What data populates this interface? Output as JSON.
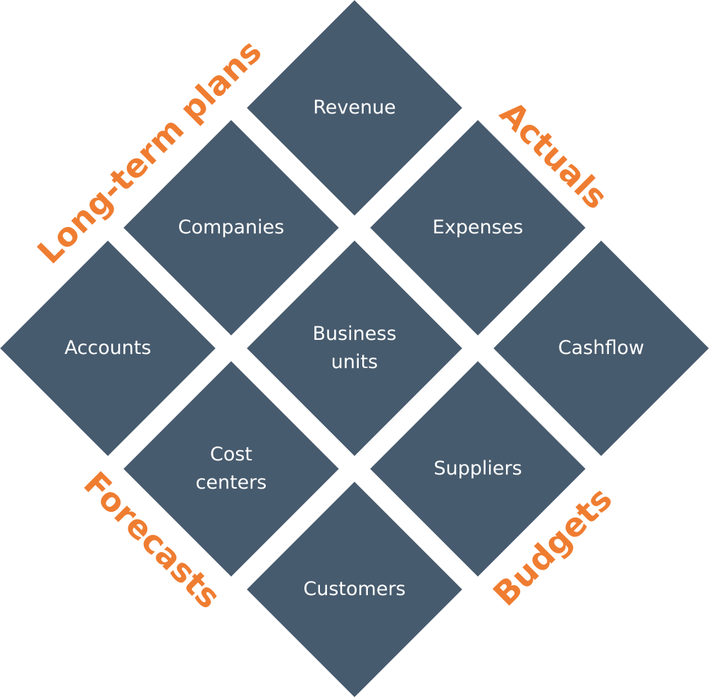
{
  "tiles": [
    {
      "label": "Revenue"
    },
    {
      "label": "Companies"
    },
    {
      "label": "Expenses"
    },
    {
      "label": "Accounts"
    },
    {
      "label": "Business\nunits"
    },
    {
      "label": "Cashflow"
    },
    {
      "label": "Cost\ncenters"
    },
    {
      "label": "Suppliers"
    },
    {
      "label": "Customers"
    }
  ],
  "categories": [
    {
      "label": "Long-term plans"
    },
    {
      "label": "Actuals"
    },
    {
      "label": "Forecasts"
    },
    {
      "label": "Budgets"
    }
  ],
  "colors": {
    "tile": "#475b6e",
    "accent": "#ef7d31"
  }
}
